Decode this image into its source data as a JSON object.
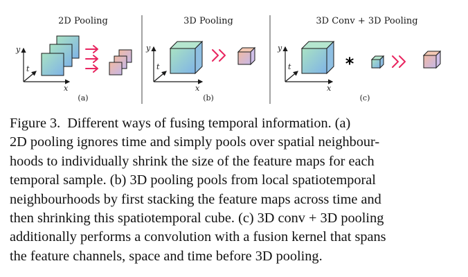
{
  "figure": {
    "panels": [
      {
        "title": "2D Pooling",
        "tag": "(a)",
        "x_label": "x",
        "y_label": "y",
        "t_label": "t"
      },
      {
        "title": "3D Pooling",
        "tag": "(b)",
        "x_label": "x",
        "y_label": "y",
        "t_label": "t"
      },
      {
        "title": "3D Conv + 3D Pooling",
        "tag": "(c)",
        "x_label": "x",
        "y_label": "y",
        "t_label": "t",
        "operator": "*"
      }
    ],
    "colors": {
      "arrow": "#e8245f",
      "cube_edge": "#1a1a1a",
      "feature_gradient_start": "#a9e2c3",
      "feature_gradient_end": "#7fb3e6",
      "pooled_gradient_start": "#f0b9a3",
      "pooled_gradient_end": "#c6b8e8",
      "divider": "#444444"
    }
  },
  "caption": {
    "label": "Figure 3.",
    "lines": [
      "Different ways of fusing temporal information. (a)",
      "2D pooling ignores time and simply pools over spatial neighbour-",
      "hoods to individually shrink the size of the feature maps for each",
      "temporal sample. (b) 3D pooling pools from local spatiotemporal",
      "neighbourhoods by first stacking the feature maps across time and",
      "then shrinking this spatiotemporal cube. (c) 3D conv + 3D pooling",
      "additionally performs a convolution with a fusion kernel that spans",
      "the feature channels, space and time before 3D pooling."
    ]
  }
}
